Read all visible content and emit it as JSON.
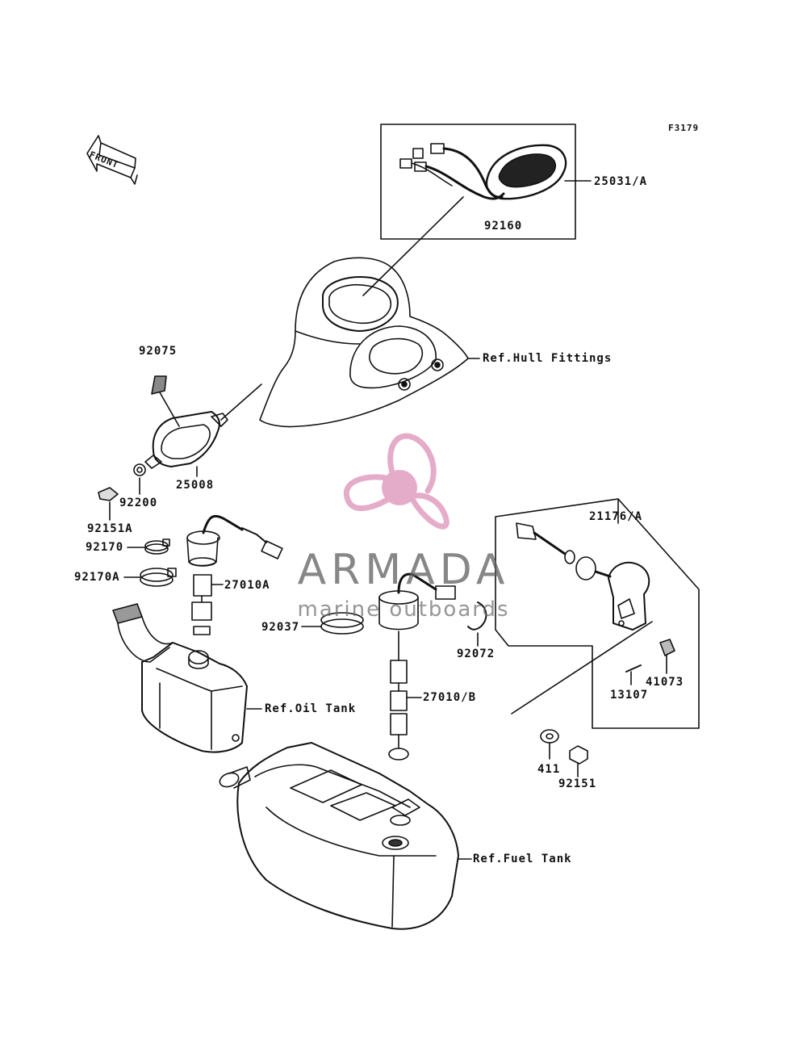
{
  "drawing": {
    "code": "F3179",
    "front_arrow_text": "FRONT",
    "colors": {
      "line": "#111111",
      "watermark_pink": "#e3a4c4",
      "watermark_text": "#5f5f5f"
    },
    "labels": {
      "p25031A": "25031/A",
      "p92160": "92160",
      "hull": "Ref.Hull Fittings",
      "p92075": "92075",
      "p25008": "25008",
      "p92200": "92200",
      "p92151A": "92151A",
      "p92170": "92170",
      "p92170A": "92170A",
      "p27010A": "27010A",
      "p92037": "92037",
      "p92072": "92072",
      "p21176A": "21176/A",
      "p41073": "41073",
      "p13107": "13107",
      "p27010B": "27010/B",
      "oil_tank": "Ref.Oil Tank",
      "p411": "411",
      "p92151": "92151",
      "fuel_tank": "Ref.Fuel Tank"
    }
  },
  "watermark": {
    "name": "ARMADA",
    "tagline": "marine outboards",
    "icon": "propeller-icon"
  }
}
